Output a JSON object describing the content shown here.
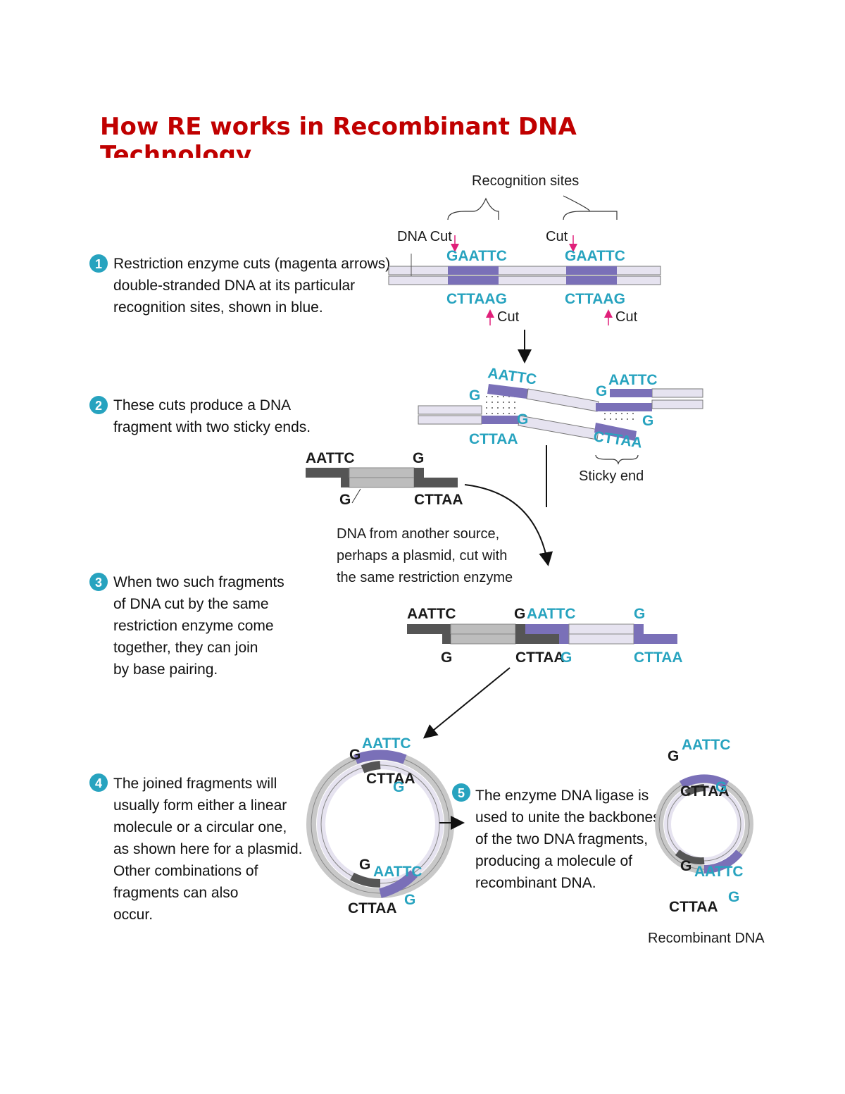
{
  "page": {
    "title": "How RE works in Recombinant DNA Technology"
  },
  "diagram": {
    "labels": {
      "recognition_sites": "Recognition sites",
      "dna_cut": "DNA Cut",
      "cut": "Cut",
      "sticky_end": "Sticky end",
      "recombinant_dna": "Recombinant DNA"
    },
    "sequences": {
      "gaattc": "GAATTC",
      "cttaag": "CTTAAG",
      "aattc": "AATTC",
      "cttaa": "CTTAA",
      "g": "G"
    },
    "steps": [
      {
        "number": "1",
        "lines": [
          "Restriction enzyme cuts (magenta arrows)",
          "double-stranded DNA at its particular",
          "recognition sites, shown in blue."
        ]
      },
      {
        "number": "2",
        "lines": [
          "These cuts produce a DNA",
          "fragment with two sticky ends."
        ]
      },
      {
        "number": "3",
        "lines": [
          "When two such fragments",
          "of DNA cut by the same",
          "restriction enzyme come",
          "together, they can join",
          "by base pairing."
        ]
      },
      {
        "number": "4",
        "lines": [
          "The joined fragments will",
          "usually form either a linear",
          "molecule or a circular one,",
          "as shown here for a plasmid.",
          "Other combinations of",
          "fragments can also",
          "occur."
        ]
      },
      {
        "number": "5",
        "lines": [
          "The enzyme DNA ligase is",
          "used to unite the backbones",
          "of the two DNA fragments,",
          "producing a molecule of",
          "recombinant DNA."
        ]
      }
    ],
    "plasmid_caption": [
      "DNA from another source,",
      "perhaps a plasmid, cut with",
      "the same restriction enzyme"
    ],
    "colors": {
      "title": "#c00000",
      "recognition": "#7a70b8",
      "sequence_text": "#27a3bf",
      "cut_arrow": "#e0207a",
      "strand": "#d8d4e8"
    }
  }
}
